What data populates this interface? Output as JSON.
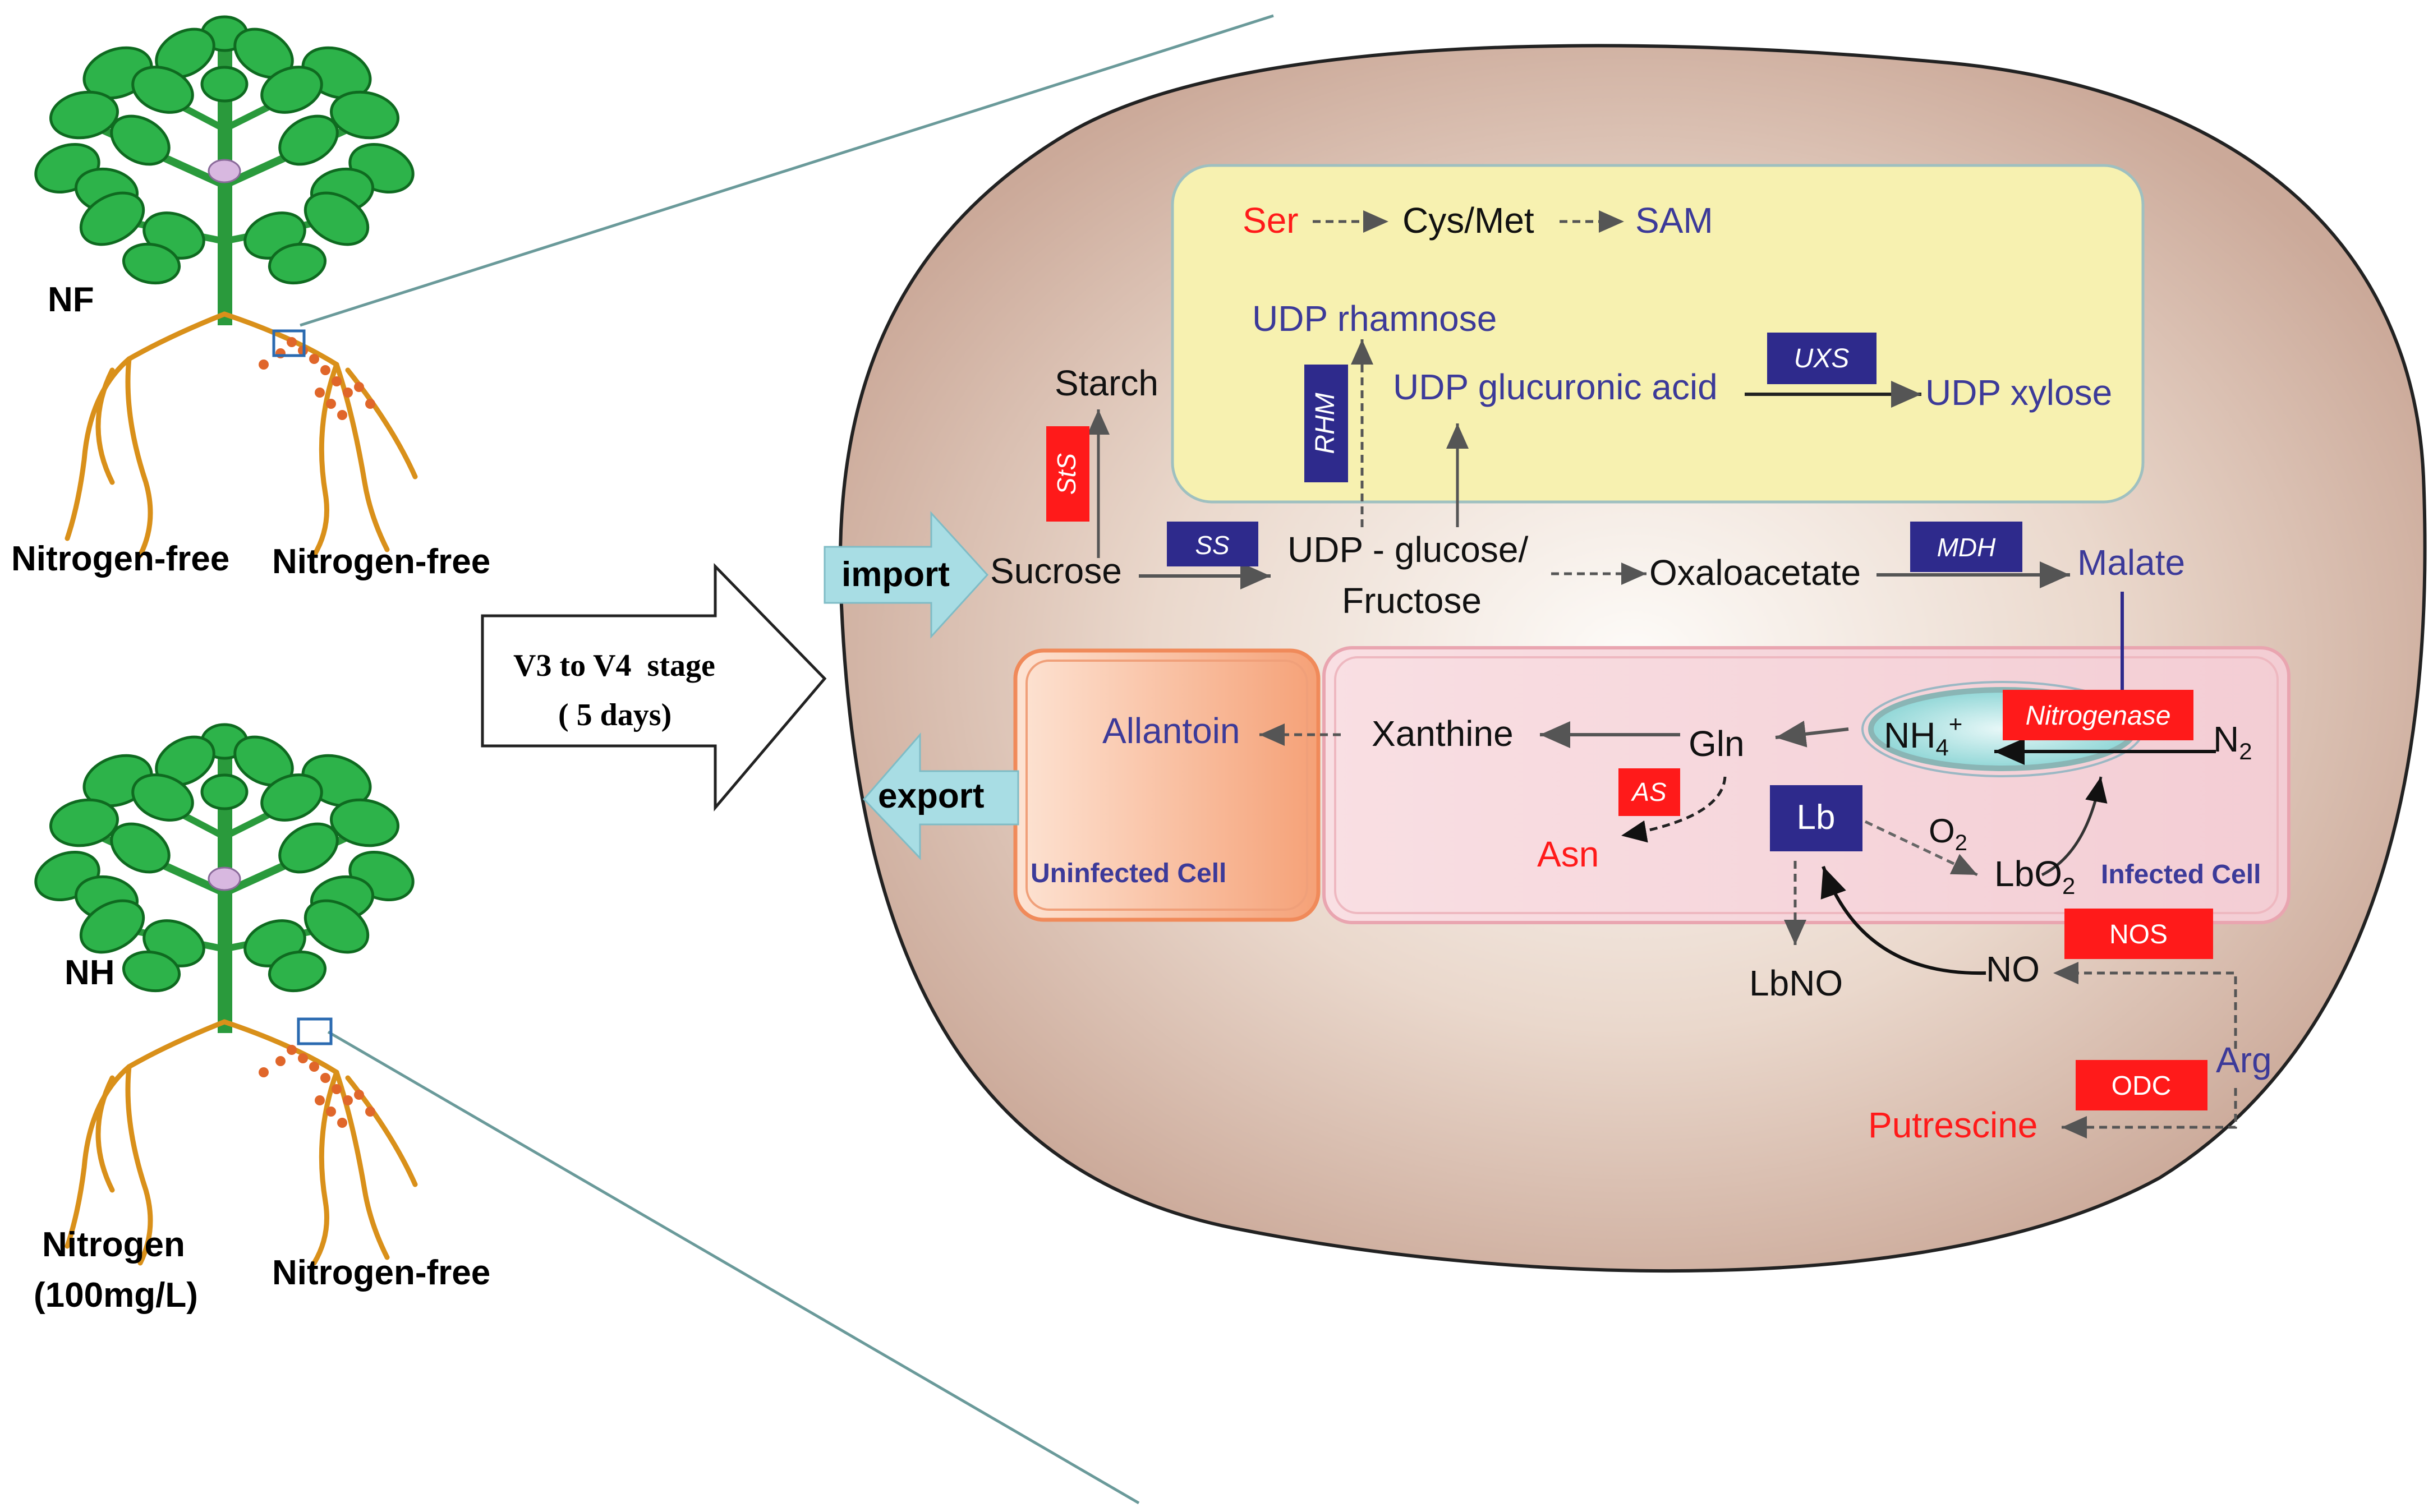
{
  "plants": {
    "nf": {
      "label": "NF",
      "left_pot": "Nitrogen-free",
      "right_pot": "Nitrogen-free"
    },
    "nh": {
      "label": "NH",
      "left_pot_line1": "Nitrogen",
      "left_pot_line2": "(100mg/L)",
      "right_pot": "Nitrogen-free"
    }
  },
  "stage_arrow": {
    "line1": "V3 to V4  stage",
    "line2": "( 5 days)"
  },
  "transport": {
    "import": "import",
    "export": "export"
  },
  "plastid": {
    "ser": "Ser",
    "cys_met": "Cys/Met",
    "sam": "SAM",
    "udp_rhamnose": "UDP rhamnose",
    "udp_glucuronic": "UDP glucuronic acid",
    "udp_xylose": "UDP xylose",
    "rhm": "RHM",
    "uxs": "UXS"
  },
  "carbon": {
    "starch": "Starch",
    "sts": "StS",
    "sucrose": "Sucrose",
    "ss": "SS",
    "udp_glucose_line1": "UDP - glucose/",
    "udp_glucose_line2": "Fructose",
    "oxaloacetate": "Oxaloacetate",
    "mdh": "MDH",
    "malate": "Malate"
  },
  "cells": {
    "uninfected": "Uninfected Cell",
    "allantoin": "Allantoin",
    "infected": "Infected Cell",
    "xanthine": "Xanthine",
    "gln": "Gln",
    "as": "AS",
    "asn": "Asn",
    "nh4": "NH",
    "nh4_sub": "4",
    "nh4_sup": "+",
    "n2": "N",
    "n2_sub": "2",
    "nitrogenase": "Nitrogenase",
    "lb": "Lb",
    "o2": "O",
    "o2_sub": "2",
    "lbo2": "LbO",
    "lbo2_sub": "2"
  },
  "no_pathway": {
    "lbno": "LbNO",
    "no": "NO",
    "nos": "NOS",
    "arg": "Arg",
    "odc": "ODC",
    "putrescine": "Putrescine"
  },
  "colors": {
    "enzyme_blue": "#2e2a8c",
    "enzyme_red": "#ff1a1a",
    "text_blue": "#3c3a99",
    "text_red": "#ff1a1a",
    "plastid_fill": "#f7f1b0",
    "import_arrow": "#a8dde4",
    "leaf_green": "#2db34a",
    "root_orange": "#d9901a"
  }
}
